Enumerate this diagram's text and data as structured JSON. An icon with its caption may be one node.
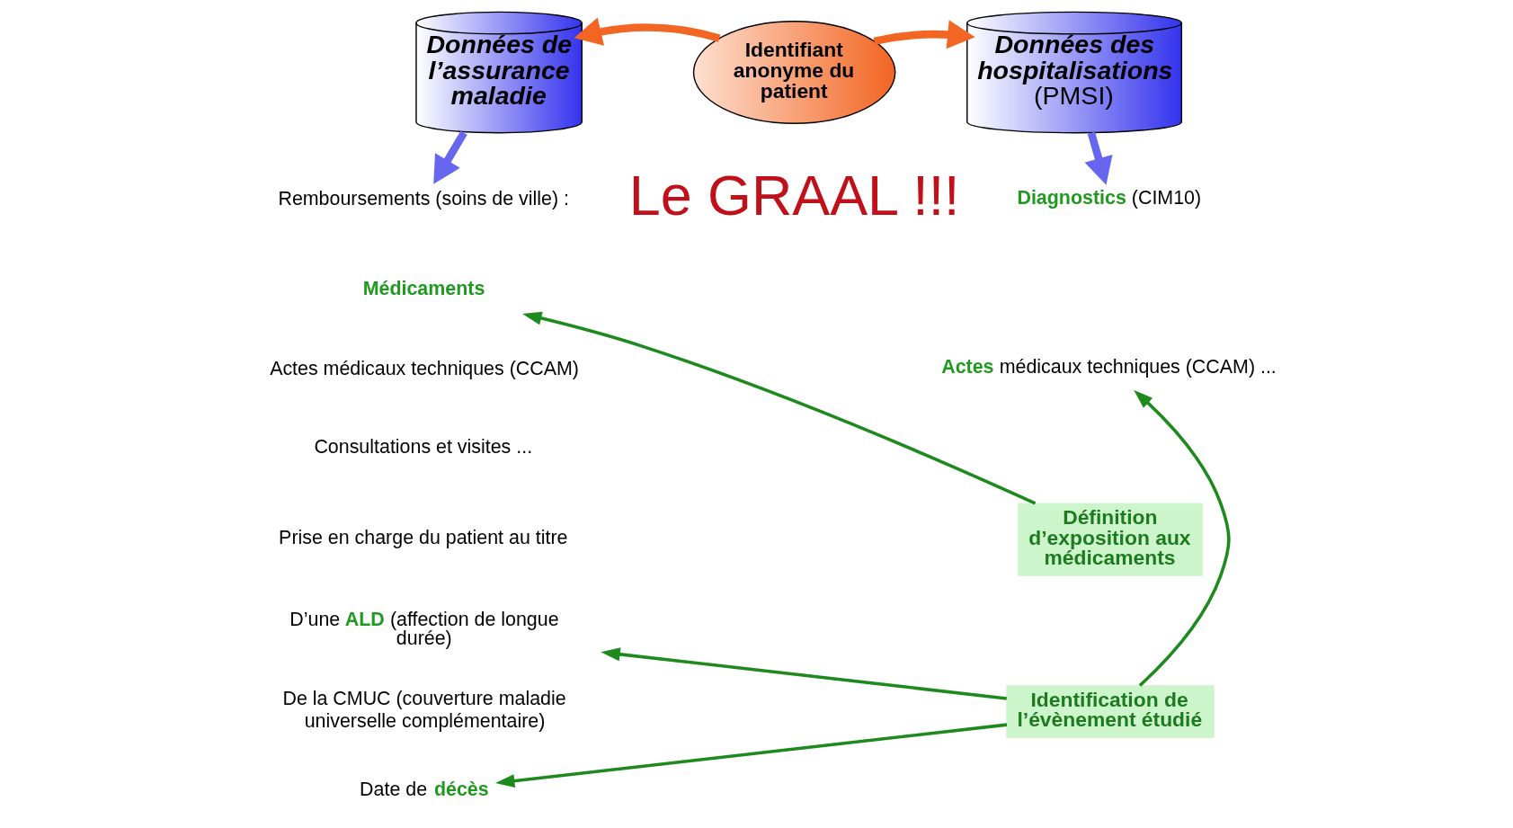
{
  "diagram": {
    "nodes": [
      {
        "text": [
          "Données de l’assurance maladie"
        ]
      },
      {
        "text": [
          "Identifiant anonyme du patient"
        ]
      },
      {
        "text": [
          "Données des hospitalisations",
          "(PMSI)"
        ]
      },
      {
        "text": [
          "Remboursements (soins de ville) :"
        ]
      },
      {
        "text": [
          "Médicaments"
        ]
      },
      {
        "text": [
          "Actes médicaux techniques (CCAM)"
        ]
      },
      {
        "text": [
          "Consultations et visites ..."
        ]
      },
      {
        "text": [
          "Prise en charge du patient au titre"
        ]
      },
      {
        "text": [
          "D’une **ALD** (affection de longue durée)"
        ]
      },
      {
        "text": [
          "De la CMUC (couverture maladie universelle complémentaire)"
        ]
      },
      {
        "text": [
          "Date de **décès**"
        ]
      },
      {
        "text": [
          "**Diagnostics** (CIM10)"
        ]
      },
      {
        "text": [
          "**Actes** médicaux techniques (CCAM) ..."
        ]
      },
      {
        "text": [
          "Définition d’exposition aux médicaments"
        ]
      },
      {
        "text": [
          "Identification de l’évènement étudié"
        ]
      }
    ],
    "edges": [
      {
        "from": 1,
        "to": 0,
        "arrow": "to",
        "color": "#f26522",
        "style": "thick"
      },
      {
        "from": 1,
        "to": 2,
        "arrow": "to",
        "color": "#f26522",
        "style": "thick"
      },
      {
        "from": 0,
        "to": 3,
        "arrow": "to",
        "color": "#6666ee",
        "style": "thick"
      },
      {
        "from": 2,
        "to": 11,
        "arrow": "to",
        "color": "#6666ee",
        "style": "thick"
      },
      {
        "from": 13,
        "to": 4,
        "arrow": "to"
      },
      {
        "from": 14,
        "to": 8,
        "arrow": "to"
      },
      {
        "from": 14,
        "to": 10,
        "arrow": "to"
      },
      {
        "from": 14,
        "to": 12,
        "arrow": "to"
      }
    ],
    "labels": [
      "Le GRAAL !!!"
    ]
  }
}
